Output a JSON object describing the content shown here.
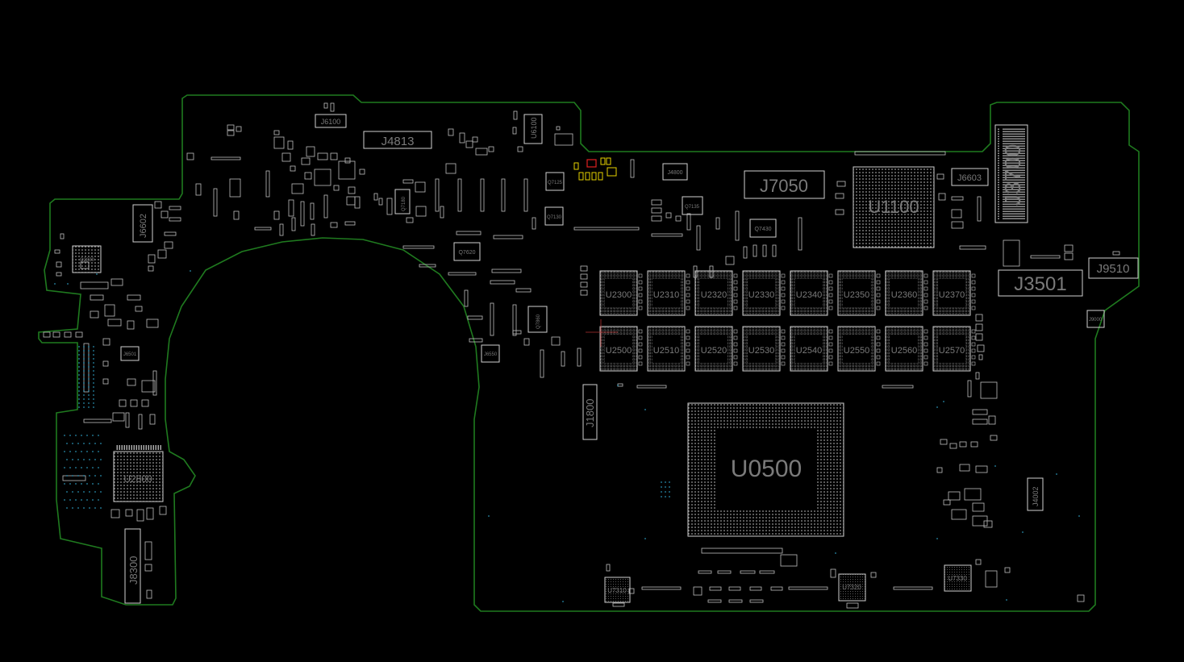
{
  "colors": {
    "background": "#000000",
    "outline": "#1f7a1f",
    "component": "#d0d0d0",
    "label": "#7a7a7a",
    "highlight_yellow": "#e6d200",
    "highlight_red": "#e02020",
    "via_cyan": "#2a8fb0",
    "marker_red": "#b03030"
  },
  "components": {
    "u0500": "U0500",
    "u1100": "U1100",
    "u2800": "U2800",
    "j3700": "J3700",
    "j3501": "J3501",
    "j7050": "J7050",
    "j4813": "J4813",
    "j9510": "J9510",
    "j8300": "J8300",
    "j1800": "J1800",
    "j6602": "J6602",
    "j6603": "J6603",
    "j6100": "J6100",
    "u6100": "U6100",
    "j4002": "J4002",
    "u7310": "U7310",
    "u7320": "U7320",
    "u7330": "U7330",
    "j4800": "J4800",
    "q7620": "Q7620",
    "q7430": "Q7430",
    "q7135": "Q7135",
    "q7130": "Q7130",
    "q7125": "Q7125",
    "q7860": "Q7860",
    "q7180": "Q7180",
    "j6501": "J6501",
    "j6550": "J6550",
    "j9000": "J9000",
    "q2830": "Q2830"
  },
  "memory_top": [
    "U2300",
    "U2310",
    "U2320",
    "U2330",
    "U2340",
    "U2350",
    "U2360",
    "U2370"
  ],
  "memory_bottom": [
    "U2500",
    "U2510",
    "U2520",
    "U2530",
    "U2540",
    "U2550",
    "U2560",
    "U2570"
  ]
}
